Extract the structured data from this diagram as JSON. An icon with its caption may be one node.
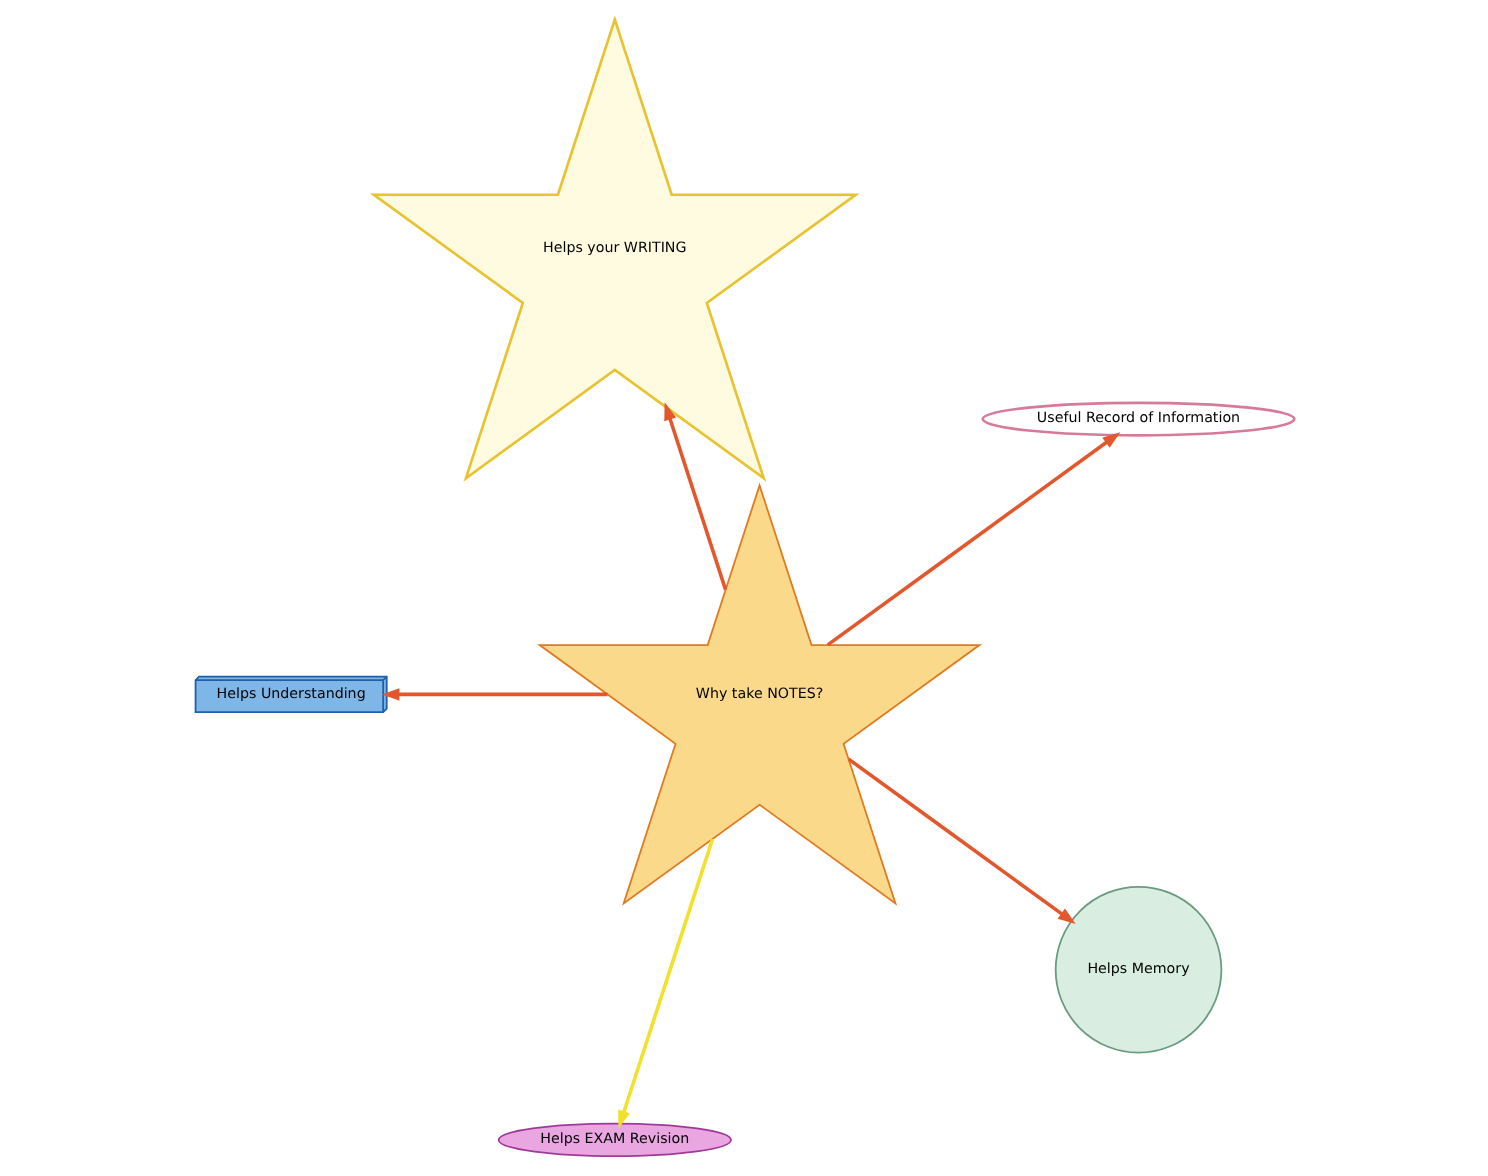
{
  "diagram": {
    "nodes": [
      {
        "text": [
          "Useful Record of Information"
        ]
      },
      {
        "text": [
          "Helps your WRITING"
        ]
      },
      {
        "text": [
          "Why take NOTES?"
        ]
      },
      {
        "text": [
          "Helps Understanding"
        ]
      },
      {
        "text": [
          "Helps EXAM Revision"
        ]
      },
      {
        "text": [
          "Helps Memory"
        ]
      }
    ],
    "edges": [
      {
        "from": 2,
        "to": 0,
        "arrow": "to"
      },
      {
        "from": 2,
        "to": 1,
        "arrow": "to"
      },
      {
        "from": 2,
        "to": 3,
        "arrow": "to"
      },
      {
        "from": 2,
        "to": 4,
        "arrow": "to",
        "color": "#f2e02a"
      },
      {
        "from": 2,
        "to": 5,
        "arrow": "to"
      }
    ]
  }
}
